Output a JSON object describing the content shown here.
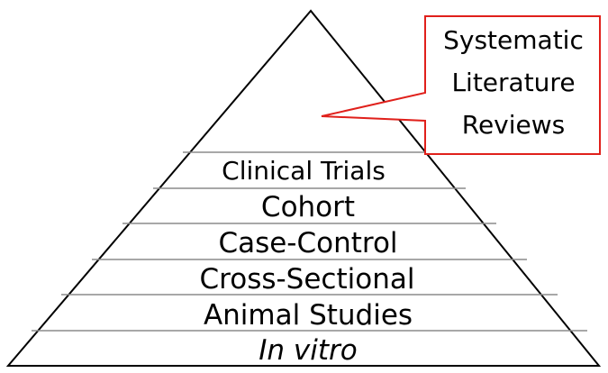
{
  "pyramid": {
    "tiers": [
      {
        "label": "Clinical Trials"
      },
      {
        "label": "Cohort"
      },
      {
        "label": "Case-Control"
      },
      {
        "label": "Cross-Sectional"
      },
      {
        "label": "Animal Studies"
      },
      {
        "label": "In vitro"
      }
    ]
  },
  "callout": {
    "lines": [
      "Systematic",
      "Literature",
      "Reviews"
    ],
    "border_color": "#e0201b"
  },
  "colors": {
    "outline": "#000000",
    "divider": "#8c8c8c",
    "text": "#000000"
  }
}
